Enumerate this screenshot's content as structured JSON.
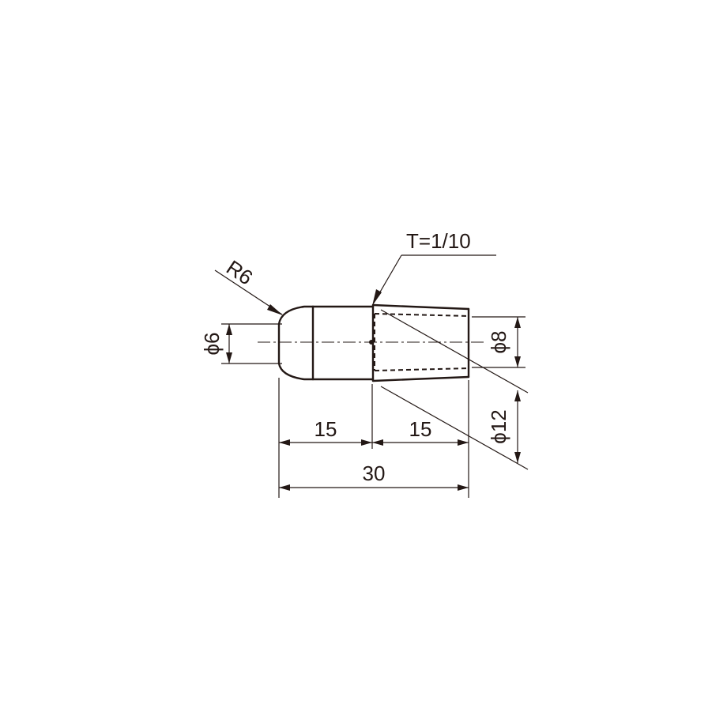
{
  "drawing": {
    "radius_label": "R6",
    "taper_label": "T=1/10",
    "dia_small_label": "ϕ6",
    "dia_bore_label": "ϕ8",
    "dia_large_label": "ϕ12",
    "length_left_label": "15",
    "length_right_label": "15",
    "length_total_label": "30"
  },
  "colors": {
    "line": "#231815",
    "background": "#ffffff"
  }
}
